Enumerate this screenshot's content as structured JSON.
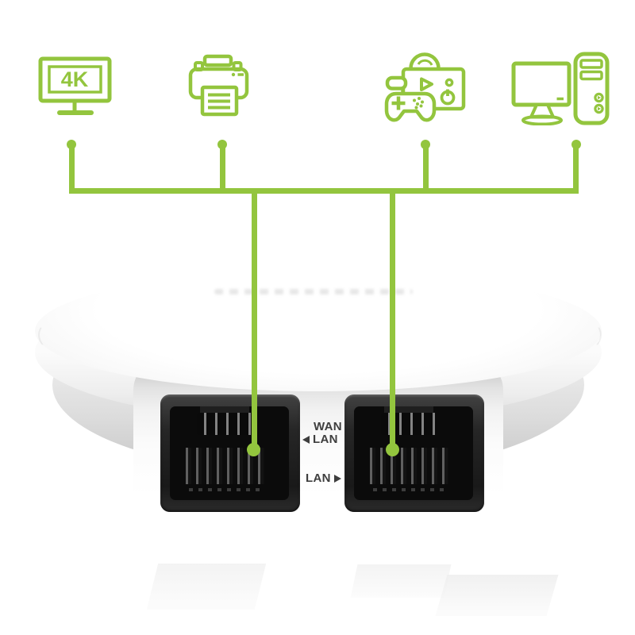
{
  "colors": {
    "accent_green": "#93C53E",
    "label_text": "#3E3E3E",
    "port_black": "#0b0b0b",
    "background": "#ffffff"
  },
  "icons": [
    {
      "name": "4k-tv-icon",
      "text": "4K"
    },
    {
      "name": "printer-icon"
    },
    {
      "name": "game-console-icon"
    },
    {
      "name": "desktop-computer-icon"
    }
  ],
  "device": {
    "type": "wireless-router-bottom-view",
    "port_labels": {
      "wan_lan": {
        "line1": "WAN",
        "line2": "LAN",
        "arrow": "left"
      },
      "lan": {
        "text": "LAN",
        "arrow": "right"
      }
    },
    "ports": [
      "wan-lan-port",
      "lan-port"
    ]
  },
  "connections": {
    "bus_devices": [
      "4k-tv",
      "printer",
      "game-console",
      "desktop-computer"
    ],
    "drops_to_ports": [
      "wan-lan-port",
      "lan-port"
    ]
  }
}
